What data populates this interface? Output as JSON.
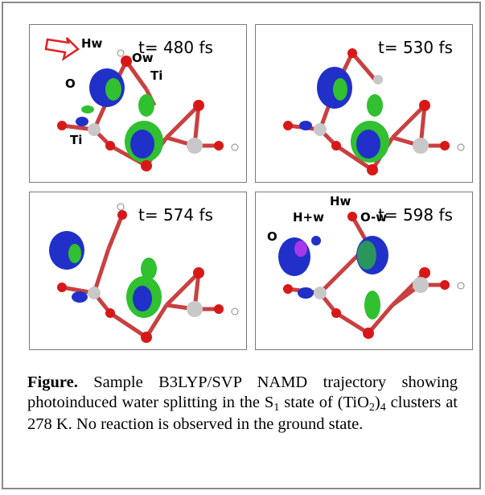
{
  "panels": [
    {
      "time": "t= 480 fs",
      "labels": {
        "hw": "Hw",
        "ow": "Ow",
        "ti_top": "Ti",
        "o": "O",
        "ti_left": "Ti"
      }
    },
    {
      "time": "t= 530 fs"
    },
    {
      "time": "t= 574 fs"
    },
    {
      "time": "t= 598 fs",
      "labels": {
        "hw": "Hw",
        "hpw": "H+w",
        "omw": "O-w",
        "o": "O"
      }
    }
  ],
  "caption": {
    "label": "Figure.",
    "text_a": " Sample B3LYP/SVP NAMD trajectory showing photoinduced water splitting in the S",
    "s_sub": "1",
    "text_b": " state of  (TiO",
    "tio_sub": "2",
    "text_c": ")",
    "tio_sub2": "4",
    "text_d": " clusters at 278 K. No reaction is observed in the ground state."
  },
  "colors": {
    "border": "#8a8a8a",
    "titanium": "#c8c8c8",
    "oxygen": "#d81818",
    "hydrogen": "#ffffff",
    "orbital_blue": "#2030c8",
    "orbital_green": "#30c030",
    "arrow": "#e02020"
  }
}
